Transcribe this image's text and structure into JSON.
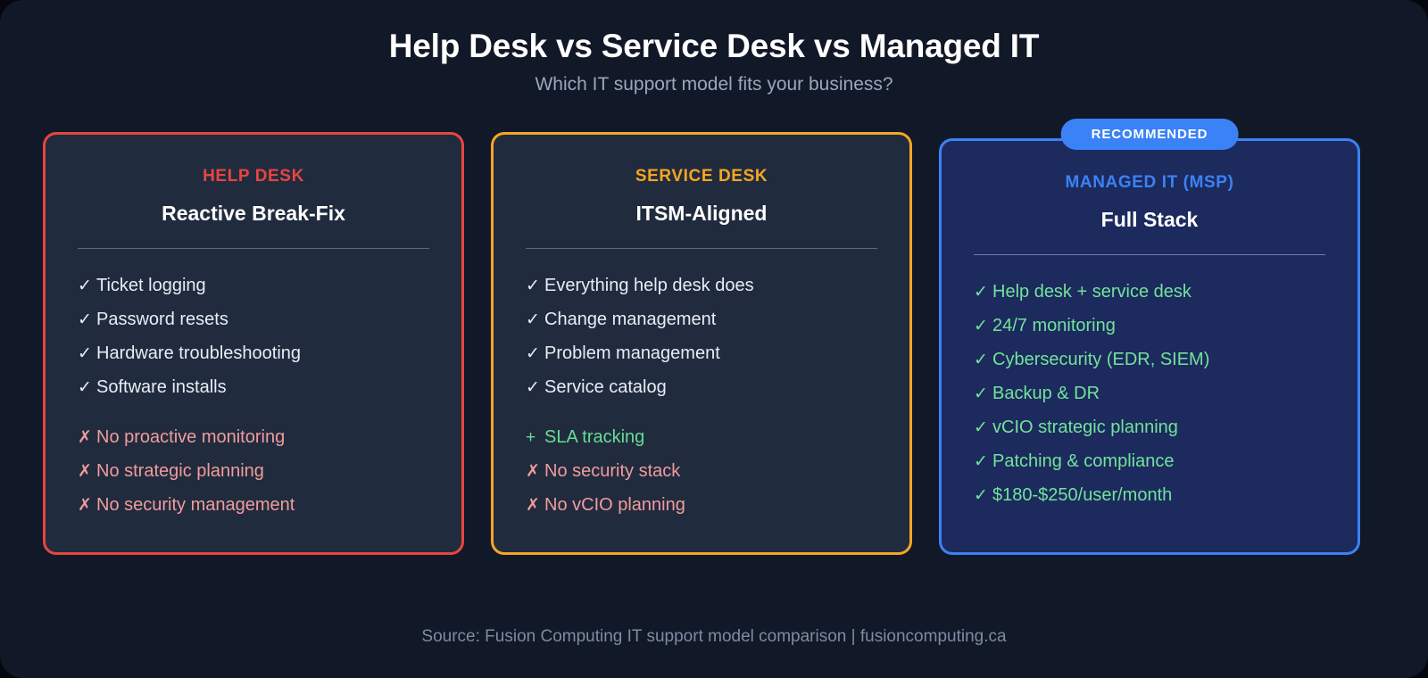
{
  "header": {
    "title": "Help Desk vs Service Desk vs Managed IT",
    "subtitle": "Which IT support model fits your business?"
  },
  "colors": {
    "page_background": "#111827",
    "card_background": "#212b3e",
    "recommended_card_background": "#1c2a5e",
    "help_accent": "#e8453f",
    "service_accent": "#f5a623",
    "managed_accent": "#3b82f6",
    "positive_text": "#e8edf5",
    "negative_text": "#f09c9c",
    "good_text": "#72e39a",
    "subtitle_text": "#9aa7bd",
    "footer_text": "#7e8ca3"
  },
  "cards": [
    {
      "id": "help-desk",
      "kicker": "HELP DESK",
      "subtitle": "Reactive Break-Fix",
      "badge": null,
      "items": [
        {
          "mark": "check-icon",
          "glyph": "✓",
          "type": "pos",
          "label": "Ticket logging"
        },
        {
          "mark": "check-icon",
          "glyph": "✓",
          "type": "pos",
          "label": "Password resets"
        },
        {
          "mark": "check-icon",
          "glyph": "✓",
          "type": "pos",
          "label": "Hardware troubleshooting"
        },
        {
          "mark": "check-icon",
          "glyph": "✓",
          "type": "pos",
          "label": "Software installs"
        },
        {
          "mark": "cross-icon",
          "glyph": "✗",
          "type": "neg",
          "label": "No proactive monitoring",
          "group_start": true
        },
        {
          "mark": "cross-icon",
          "glyph": "✗",
          "type": "neg",
          "label": "No strategic planning"
        },
        {
          "mark": "cross-icon",
          "glyph": "✗",
          "type": "neg",
          "label": "No security management"
        }
      ]
    },
    {
      "id": "service-desk",
      "kicker": "SERVICE DESK",
      "subtitle": "ITSM-Aligned",
      "badge": null,
      "items": [
        {
          "mark": "check-icon",
          "glyph": "✓",
          "type": "pos",
          "label": "Everything help desk does"
        },
        {
          "mark": "check-icon",
          "glyph": "✓",
          "type": "pos",
          "label": "Change management"
        },
        {
          "mark": "check-icon",
          "glyph": "✓",
          "type": "pos",
          "label": "Problem management"
        },
        {
          "mark": "check-icon",
          "glyph": "✓",
          "type": "pos",
          "label": "Service catalog"
        },
        {
          "mark": "plus-icon",
          "glyph": "+",
          "type": "plus",
          "label": "SLA tracking",
          "group_start": true
        },
        {
          "mark": "cross-icon",
          "glyph": "✗",
          "type": "neg",
          "label": "No security stack"
        },
        {
          "mark": "cross-icon",
          "glyph": "✗",
          "type": "neg",
          "label": "No vCIO planning"
        }
      ]
    },
    {
      "id": "managed-it",
      "kicker": "MANAGED IT (MSP)",
      "subtitle": "Full Stack",
      "badge": "RECOMMENDED",
      "items": [
        {
          "mark": "check-icon",
          "glyph": "✓",
          "type": "good",
          "label": "Help desk + service desk"
        },
        {
          "mark": "check-icon",
          "glyph": "✓",
          "type": "good",
          "label": "24/7 monitoring"
        },
        {
          "mark": "check-icon",
          "glyph": "✓",
          "type": "good",
          "label": "Cybersecurity (EDR, SIEM)"
        },
        {
          "mark": "check-icon",
          "glyph": "✓",
          "type": "good",
          "label": "Backup & DR"
        },
        {
          "mark": "check-icon",
          "glyph": "✓",
          "type": "good",
          "label": "vCIO strategic planning"
        },
        {
          "mark": "check-icon",
          "glyph": "✓",
          "type": "good",
          "label": "Patching & compliance"
        },
        {
          "mark": "check-icon",
          "glyph": "✓",
          "type": "good",
          "label": "$180-$250/user/month"
        }
      ]
    }
  ],
  "footer": {
    "source": "Source: Fusion Computing IT support model comparison | fusioncomputing.ca"
  }
}
